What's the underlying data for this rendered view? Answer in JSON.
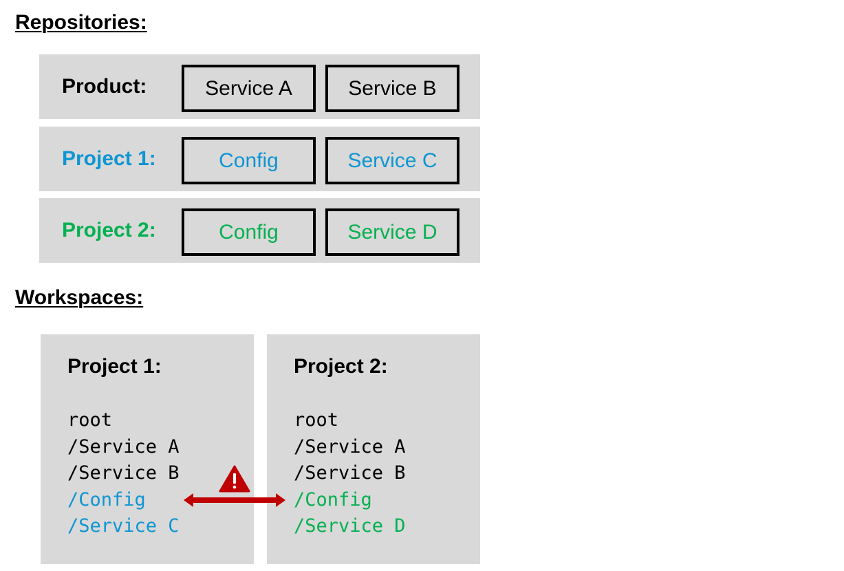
{
  "repositories": {
    "heading": "Repositories:",
    "rows": [
      {
        "label": "Product:",
        "items": [
          "Service A",
          "Service B"
        ],
        "color": "#000000"
      },
      {
        "label": "Project 1:",
        "items": [
          "Config",
          "Service C"
        ],
        "color": "#0e95d2"
      },
      {
        "label": "Project 2:",
        "items": [
          "Config",
          "Service D"
        ],
        "color": "#05b050"
      }
    ]
  },
  "workspaces": {
    "heading": "Workspaces:",
    "panels": [
      {
        "title": "Project 1:",
        "entries": [
          {
            "text": "root",
            "color": "#000000"
          },
          {
            "text": "/Service A",
            "color": "#000000"
          },
          {
            "text": "/Service B",
            "color": "#000000"
          },
          {
            "text": "/Config",
            "color": "#0e95d2"
          },
          {
            "text": "/Service C",
            "color": "#0e95d2"
          }
        ]
      },
      {
        "title": "Project 2:",
        "entries": [
          {
            "text": "root",
            "color": "#000000"
          },
          {
            "text": "/Service A",
            "color": "#000000"
          },
          {
            "text": "/Service B",
            "color": "#000000"
          },
          {
            "text": "/Config",
            "color": "#05b050"
          },
          {
            "text": "/Service D",
            "color": "#05b050"
          }
        ]
      }
    ]
  },
  "conflict": {
    "icon": "warning-icon",
    "arrow_color": "#c00000",
    "icon_color": "#c00000"
  }
}
